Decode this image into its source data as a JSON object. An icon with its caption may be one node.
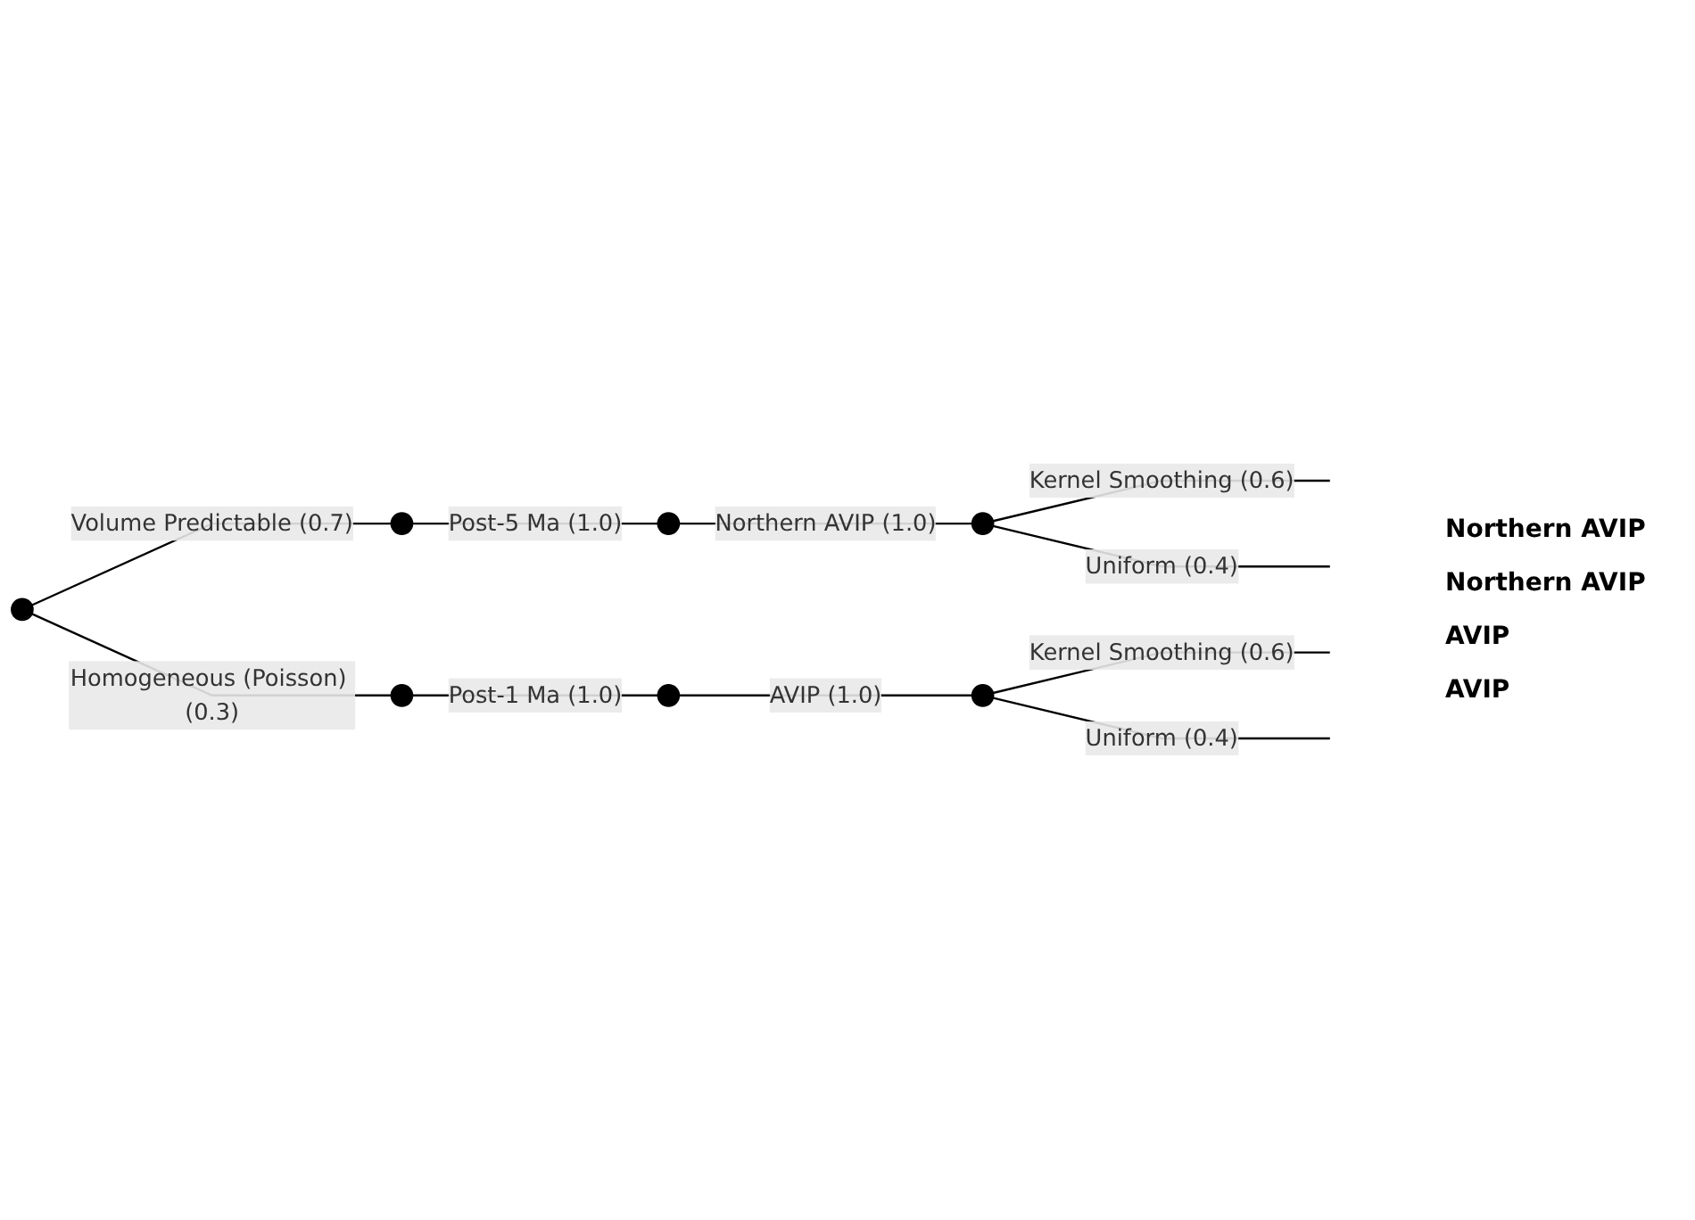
{
  "diagram": {
    "nodes": [
      {
        "text": [],
        "shape": "circle"
      },
      {
        "text": [],
        "shape": "circle"
      },
      {
        "text": [],
        "shape": "circle"
      },
      {
        "text": [],
        "shape": "circle"
      },
      {
        "text": [],
        "shape": "circle"
      },
      {
        "text": [],
        "shape": "circle"
      },
      {
        "text": [],
        "shape": "circle"
      }
    ],
    "edges": [
      {
        "from": 0,
        "to": 1,
        "arrow": "none",
        "label": "Volume Predictable (0.7)"
      },
      {
        "from": 1,
        "to": 2,
        "arrow": "none",
        "label": "Post-5 Ma (1.0)"
      },
      {
        "from": 2,
        "to": 3,
        "arrow": "none",
        "label": "Northern AVIP (1.0)"
      },
      {
        "from": 3,
        "to": null,
        "arrow": "none",
        "label": "Kernel Smoothing (0.6)"
      },
      {
        "from": 3,
        "to": null,
        "arrow": "none",
        "label": "Uniform (0.4)"
      },
      {
        "from": 0,
        "to": 4,
        "arrow": "none",
        "label": "Homogeneous (Poisson) (0.3)"
      },
      {
        "from": 4,
        "to": 5,
        "arrow": "none",
        "label": "Post-1 Ma (1.0)"
      },
      {
        "from": 5,
        "to": 6,
        "arrow": "none",
        "label": "AVIP (1.0)"
      },
      {
        "from": 6,
        "to": null,
        "arrow": "none",
        "label": "Kernel Smoothing (0.6)"
      },
      {
        "from": 6,
        "to": null,
        "arrow": "none",
        "label": "Uniform (0.4)"
      }
    ],
    "labels": [
      "Northern AVIP",
      "Northern AVIP",
      "AVIP",
      "AVIP"
    ]
  }
}
